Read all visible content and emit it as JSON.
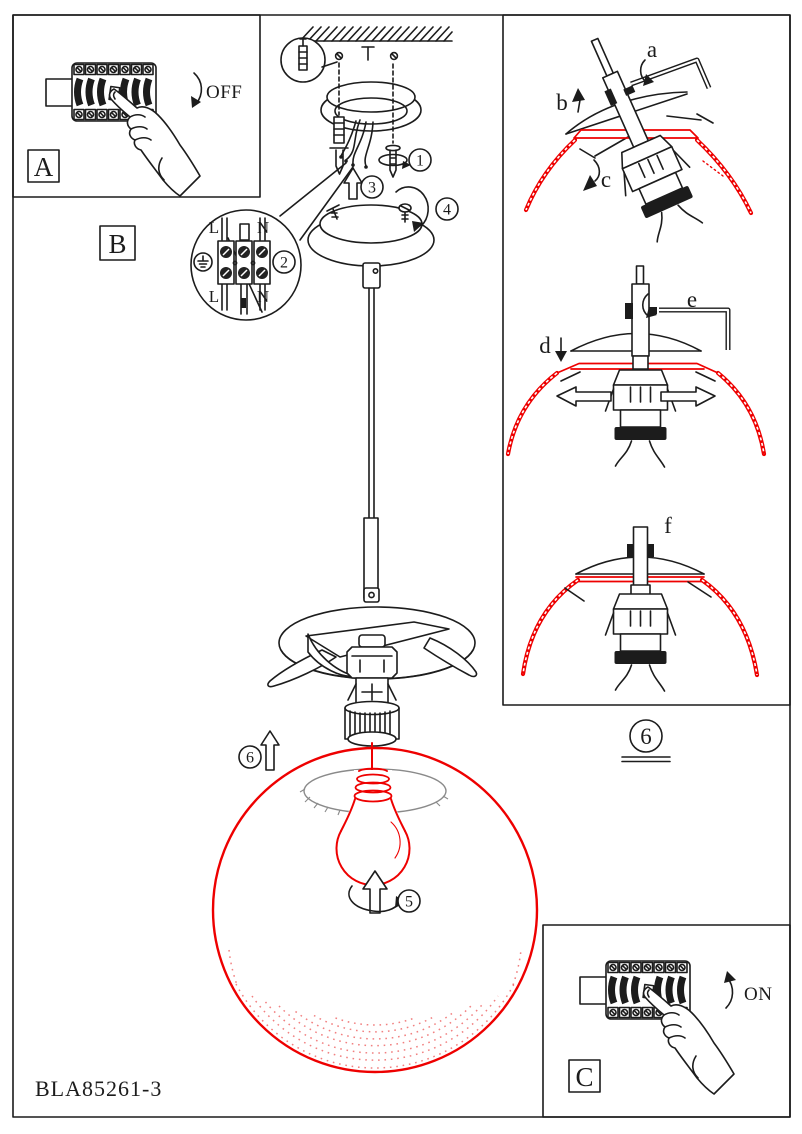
{
  "model_number": "BLA85261-3",
  "labels": {
    "panel_a": "A",
    "panel_b": "B",
    "panel_c": "C",
    "off": "OFF",
    "on": "ON"
  },
  "terminal": {
    "top_left": "L",
    "top_right": "N",
    "bottom_left": "L",
    "bottom_right": "N"
  },
  "steps": {
    "s1": "1",
    "s2": "2",
    "s3": "3",
    "s4": "4",
    "s5": "5",
    "s6": "6"
  },
  "detail_panel": {
    "number": "6",
    "sub_a": "a",
    "sub_b": "b",
    "sub_c": "c",
    "sub_d": "d",
    "sub_e": "e",
    "sub_f": "f"
  },
  "colors": {
    "accent_red": "#ee0000",
    "line": "#1c1c1c",
    "gray": "#8a8a8a"
  }
}
